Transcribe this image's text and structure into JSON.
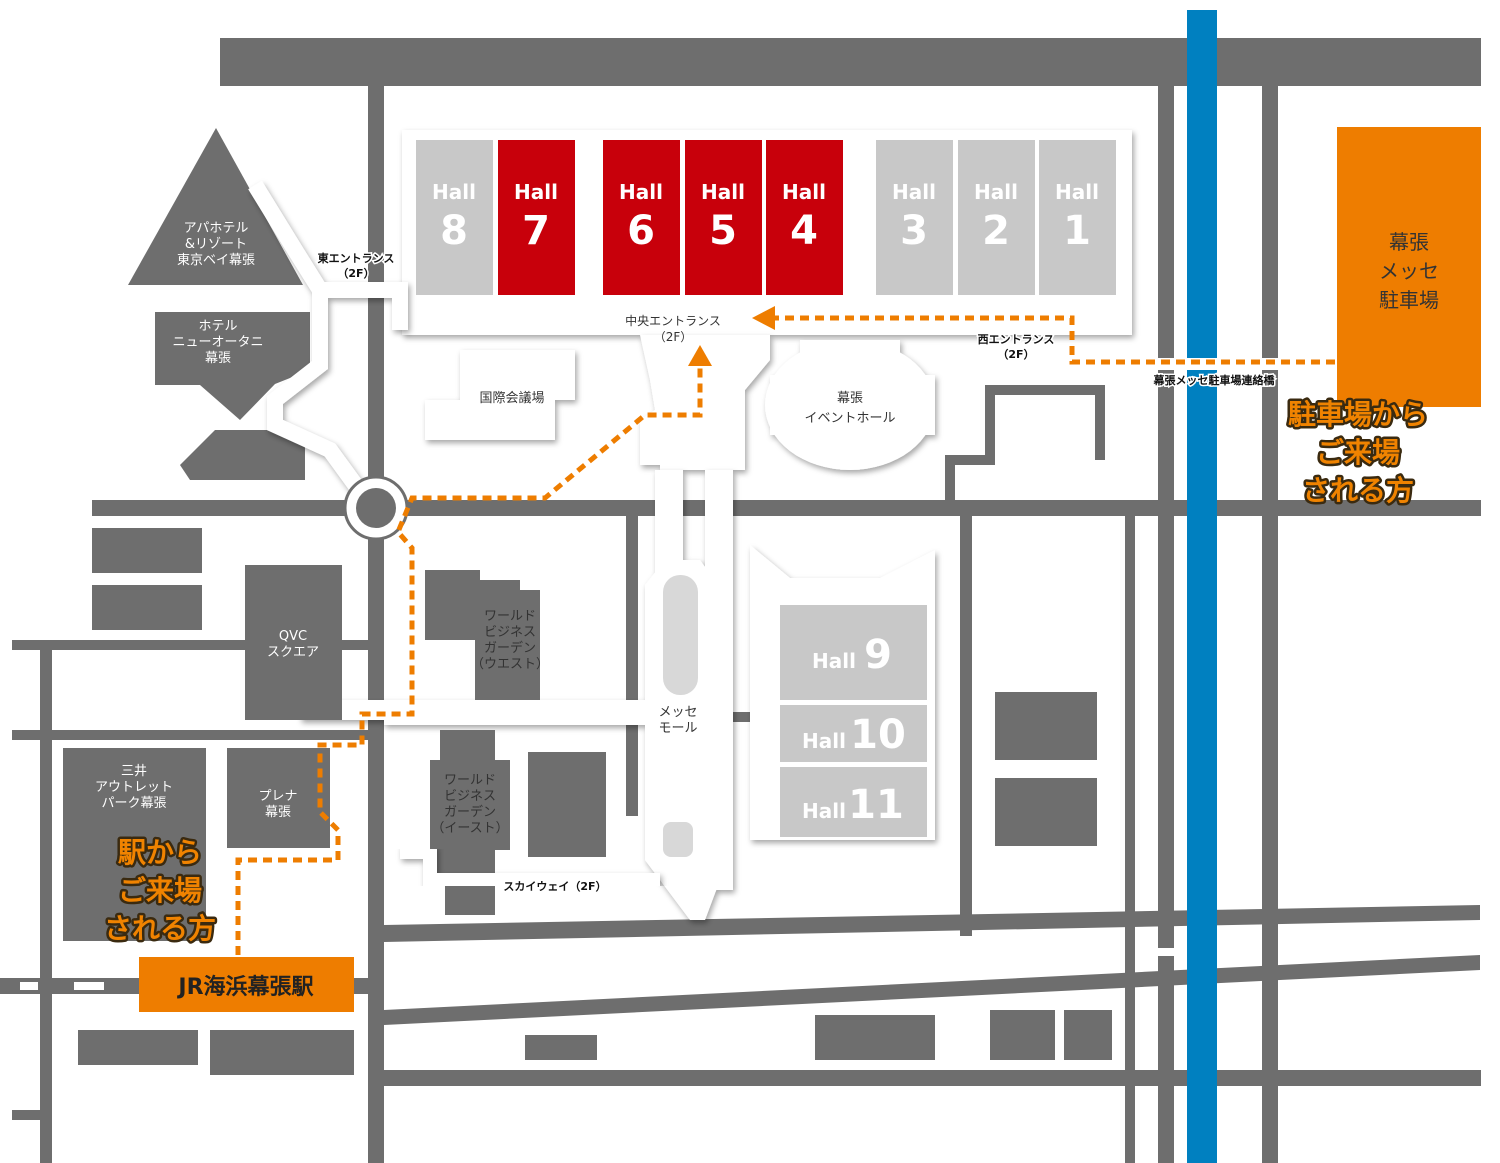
{
  "halls": [
    {
      "word": "Hall",
      "num": "8",
      "color": "#c8c8c8"
    },
    {
      "word": "Hall",
      "num": "7",
      "color": "#c8000b"
    },
    {
      "word": "Hall",
      "num": "6",
      "color": "#c8000b"
    },
    {
      "word": "Hall",
      "num": "5",
      "color": "#c8000b"
    },
    {
      "word": "Hall",
      "num": "4",
      "color": "#c8000b"
    },
    {
      "word": "Hall",
      "num": "3",
      "color": "#c8c8c8"
    },
    {
      "word": "Hall",
      "num": "2",
      "color": "#c8c8c8"
    },
    {
      "word": "Hall",
      "num": "1",
      "color": "#c8c8c8"
    },
    {
      "word": "Hall",
      "num": "9",
      "color": "#c8c8c8"
    },
    {
      "word": "Hall",
      "num": "10",
      "color": "#c8c8c8"
    },
    {
      "word": "Hall",
      "num": "11",
      "color": "#c8c8c8"
    }
  ],
  "labels": {
    "apa_hotel": [
      "アパホテル",
      "&リゾート",
      "東京ベイ幕張"
    ],
    "new_otani": [
      "ホテル",
      "ニューオータニ",
      "幕張"
    ],
    "east_entrance": [
      "東エントランス",
      "（2F）"
    ],
    "central_entrance": [
      "中央エントランス",
      "（2F）"
    ],
    "west_entrance": [
      "西エントランス",
      "（2F）"
    ],
    "parking_bridge": "幕張メッセ駐車場連絡橋",
    "conference_hall": "国際会議場",
    "event_hall": [
      "幕張",
      "イベントホール"
    ],
    "parking": [
      "幕張",
      "メッセ",
      "駐車場"
    ],
    "from_parking": [
      "駐車場から",
      "ご来場",
      "される方"
    ],
    "from_station": [
      "駅から",
      "ご来場",
      "される方"
    ],
    "qvc": [
      "QVC",
      "スクエア"
    ],
    "wbg_west": [
      "ワールド",
      "ビジネス",
      "ガーデン",
      "（ウエスト）"
    ],
    "wbg_east": [
      "ワールド",
      "ビジネス",
      "ガーデン",
      "（イースト）"
    ],
    "messe_mall": [
      "メッセ",
      "モール"
    ],
    "mitsui_outlet": [
      "三井",
      "アウトレット",
      "パーク幕張"
    ],
    "plena": [
      "プレナ",
      "幕張"
    ],
    "skyway": "スカイウェイ（2F）",
    "station": "JR海浜幕張駅"
  },
  "colors": {
    "road": "#6e6e6e",
    "building": "#6e6e6e",
    "highlight_hall": "#c8000b",
    "other_hall": "#c8c8c8",
    "accent_orange": "#ee7d00",
    "river": "#0080c0"
  }
}
